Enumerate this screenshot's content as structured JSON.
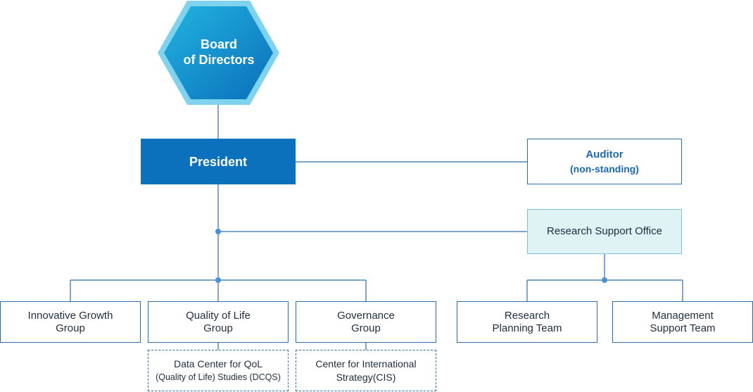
{
  "board": {
    "line1": "Board",
    "line2": "of Directors"
  },
  "president": "President",
  "auditor": {
    "line1": "Auditor",
    "line2": "(non-standing)"
  },
  "research_support_office": "Research Support Office",
  "groups": [
    {
      "line1": "Innovative Growth",
      "line2": "Group"
    },
    {
      "line1": "Quality of Life",
      "line2": "Group"
    },
    {
      "line1": "Governance",
      "line2": "Group"
    }
  ],
  "teams": [
    {
      "line1": "Research",
      "line2": "Planning Team"
    },
    {
      "line1": "Management",
      "line2": "Support Team"
    }
  ],
  "centers": [
    {
      "line1": "Data Center for QoL",
      "line2": "(Quality of Life) Studies (DCQS)"
    },
    {
      "line1": "Center for International",
      "line2": "Strategy(CIS)"
    }
  ],
  "colors": {
    "primary": "#0b71bd",
    "line": "#2c6ea8",
    "office_fill": "#dff2f4",
    "hexagon_light": "#7fd3ef"
  }
}
